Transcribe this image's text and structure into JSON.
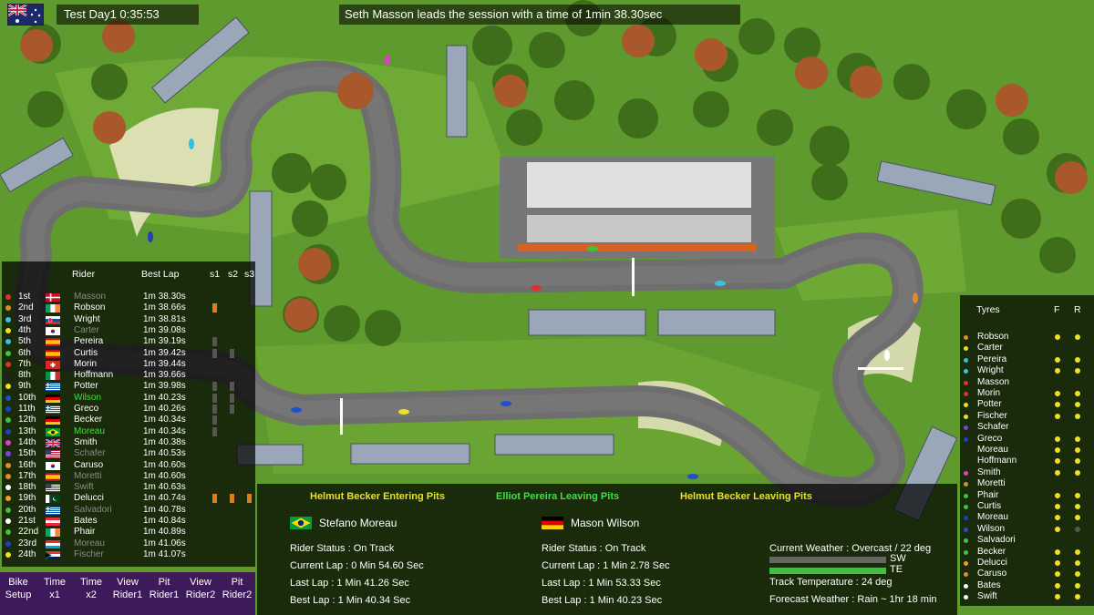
{
  "topbar": {
    "session_time": "Test Day1 0:35:53",
    "message": "Seth Masson leads the session with a time of 1min 38.30sec"
  },
  "timing": {
    "header_rider": "Rider",
    "header_best": "Best Lap",
    "header_s1": "s1",
    "header_s2": "s2",
    "header_s3": "s3",
    "rows": [
      {
        "pos": "1st",
        "name": "Masson",
        "lap": "1m 38.30s",
        "dot": "#e03030",
        "flag": "denmark",
        "color": "#8a8a8a",
        "s": [
          "",
          "",
          ""
        ]
      },
      {
        "pos": "2nd",
        "name": "Robson",
        "lap": "1m 38.66s",
        "dot": "#e08a2a",
        "flag": "ireland",
        "color": "#ffffff",
        "s": [
          "#e07a1a",
          "",
          ""
        ]
      },
      {
        "pos": "3rd",
        "name": "Wright",
        "lap": "1m 38.81s",
        "dot": "#40c0e0",
        "flag": "slovakia",
        "color": "#ffffff",
        "s": [
          "",
          "",
          ""
        ]
      },
      {
        "pos": "4th",
        "name": "Carter",
        "lap": "1m 39.08s",
        "dot": "#f0e020",
        "flag": "korea",
        "color": "#8a8a8a",
        "s": [
          "",
          "",
          ""
        ]
      },
      {
        "pos": "5th",
        "name": "Pereira",
        "lap": "1m 39.19s",
        "dot": "#30c0e0",
        "flag": "spain",
        "color": "#ffffff",
        "s": [
          "#555",
          "",
          ""
        ]
      },
      {
        "pos": "6th",
        "name": "Curtis",
        "lap": "1m 39.42s",
        "dot": "#40c040",
        "flag": "spain",
        "color": "#ffffff",
        "s": [
          "#555",
          "#555",
          ""
        ]
      },
      {
        "pos": "7th",
        "name": "Morin",
        "lap": "1m 39.44s",
        "dot": "#e03030",
        "flag": "swiss",
        "color": "#ffffff",
        "s": [
          "",
          "",
          ""
        ]
      },
      {
        "pos": "8th",
        "name": "Hoffmann",
        "lap": "1m 39.66s",
        "dot": "#202020",
        "flag": "italy",
        "color": "#ffffff",
        "s": [
          "",
          "",
          ""
        ]
      },
      {
        "pos": "9th",
        "name": "Potter",
        "lap": "1m 39.98s",
        "dot": "#f0e020",
        "flag": "greece",
        "color": "#ffffff",
        "s": [
          "#555",
          "#555",
          ""
        ]
      },
      {
        "pos": "10th",
        "name": "Wilson",
        "lap": "1m 40.23s",
        "dot": "#2050d0",
        "flag": "germany",
        "color": "#40e040",
        "s": [
          "#555",
          "#555",
          ""
        ]
      },
      {
        "pos": "11th",
        "name": "Greco",
        "lap": "1m 40.26s",
        "dot": "#2040c0",
        "flag": "greece",
        "color": "#ffffff",
        "s": [
          "#555",
          "#555",
          ""
        ]
      },
      {
        "pos": "12th",
        "name": "Becker",
        "lap": "1m 40.34s",
        "dot": "#40c040",
        "flag": "germany",
        "color": "#ffffff",
        "s": [
          "#555",
          "",
          ""
        ]
      },
      {
        "pos": "13th",
        "name": "Moreau",
        "lap": "1m 40.34s",
        "dot": "#2040c0",
        "flag": "brazil",
        "color": "#40e040",
        "s": [
          "#555",
          "",
          ""
        ]
      },
      {
        "pos": "14th",
        "name": "Smith",
        "lap": "1m 40.38s",
        "dot": "#e040c0",
        "flag": "uk",
        "color": "#ffffff",
        "s": [
          "",
          "",
          ""
        ]
      },
      {
        "pos": "15th",
        "name": "Schafer",
        "lap": "1m 40.53s",
        "dot": "#8040e0",
        "flag": "usa",
        "color": "#8a8a8a",
        "s": [
          "",
          "",
          ""
        ]
      },
      {
        "pos": "16th",
        "name": "Caruso",
        "lap": "1m 40.60s",
        "dot": "#e08a2a",
        "flag": "korea",
        "color": "#ffffff",
        "s": [
          "",
          "",
          ""
        ]
      },
      {
        "pos": "17th",
        "name": "Moretti",
        "lap": "1m 40.60s",
        "dot": "#e08a2a",
        "flag": "spain",
        "color": "#8a8a8a",
        "s": [
          "",
          "",
          ""
        ]
      },
      {
        "pos": "18th",
        "name": "Swift",
        "lap": "1m 40.63s",
        "dot": "#ffffff",
        "flag": "usa",
        "color": "#8a8a8a",
        "s": [
          "",
          "",
          ""
        ]
      },
      {
        "pos": "19th",
        "name": "Delucci",
        "lap": "1m 40.74s",
        "dot": "#f0a020",
        "flag": "pakistan",
        "color": "#ffffff",
        "s": [
          "#e07a1a",
          "#e07a1a",
          "#e07a1a"
        ]
      },
      {
        "pos": "20th",
        "name": "Salvadori",
        "lap": "1m 40.78s",
        "dot": "#40c040",
        "flag": "greece",
        "color": "#8a8a8a",
        "s": [
          "",
          "",
          ""
        ]
      },
      {
        "pos": "21st",
        "name": "Bates",
        "lap": "1m 40.84s",
        "dot": "#ffffff",
        "flag": "austria",
        "color": "#ffffff",
        "s": [
          "",
          "",
          ""
        ]
      },
      {
        "pos": "22nd",
        "name": "Phair",
        "lap": "1m 40.89s",
        "dot": "#40c040",
        "flag": "ireland",
        "color": "#ffffff",
        "s": [
          "",
          "",
          ""
        ]
      },
      {
        "pos": "23rd",
        "name": "Moreau",
        "lap": "1m 41.06s",
        "dot": "#2040c0",
        "flag": "luxembourg",
        "color": "#8a8a8a",
        "s": [
          "",
          "",
          ""
        ]
      },
      {
        "pos": "24th",
        "name": "Fischer",
        "lap": "1m 41.07s",
        "dot": "#f0e020",
        "flag": "southafrica",
        "color": "#8a8a8a",
        "s": [
          "",
          "",
          ""
        ]
      }
    ]
  },
  "buttons": [
    {
      "line1": "Bike",
      "line2": "Setup"
    },
    {
      "line1": "Time",
      "line2": "x1"
    },
    {
      "line1": "Time",
      "line2": "x2"
    },
    {
      "line1": "View",
      "line2": "Rider1"
    },
    {
      "line1": "Pit",
      "line2": "Rider1"
    },
    {
      "line1": "View",
      "line2": "Rider2"
    },
    {
      "line1": "Pit",
      "line2": "Rider2"
    }
  ],
  "tyres": {
    "header": "Tyres",
    "header_f": "F",
    "header_r": "R",
    "rows": [
      {
        "name": "Robson",
        "dot": "#e08a2a",
        "f": "#f0e020",
        "r": "#f0e020"
      },
      {
        "name": "Carter",
        "dot": "#f0e020",
        "f": "",
        "r": ""
      },
      {
        "name": "Pereira",
        "dot": "#30c0e0",
        "f": "#f0e020",
        "r": "#f0e020"
      },
      {
        "name": "Wright",
        "dot": "#40c0e0",
        "f": "#f0e020",
        "r": "#f0e020"
      },
      {
        "name": "Masson",
        "dot": "#e03030",
        "f": "",
        "r": ""
      },
      {
        "name": "Morin",
        "dot": "#e03030",
        "f": "#f0e020",
        "r": "#f0e020"
      },
      {
        "name": "Potter",
        "dot": "#f0e020",
        "f": "#f0e020",
        "r": "#f0e020"
      },
      {
        "name": "Fischer",
        "dot": "#f0e020",
        "f": "#f0e020",
        "r": "#f0e020"
      },
      {
        "name": "Schafer",
        "dot": "#8040e0",
        "f": "",
        "r": ""
      },
      {
        "name": "Greco",
        "dot": "#2040c0",
        "f": "#f0e020",
        "r": "#f0e020"
      },
      {
        "name": "Moreau",
        "dot": "#202020",
        "f": "#f0e020",
        "r": "#f0e020"
      },
      {
        "name": "Hoffmann",
        "dot": "#202020",
        "f": "#f0e020",
        "r": "#f0e020"
      },
      {
        "name": "Smith",
        "dot": "#e040c0",
        "f": "#f0e020",
        "r": "#f0e020"
      },
      {
        "name": "Moretti",
        "dot": "#e08a2a",
        "f": "",
        "r": ""
      },
      {
        "name": "Phair",
        "dot": "#40c040",
        "f": "#f0e020",
        "r": "#f0e020"
      },
      {
        "name": "Curtis",
        "dot": "#40c040",
        "f": "#f0e020",
        "r": "#f0e020"
      },
      {
        "name": "Moreau",
        "dot": "#2040c0",
        "f": "#f0e020",
        "r": "#f0e020"
      },
      {
        "name": "Wilson",
        "dot": "#2050d0",
        "f": "#f0e020",
        "r": "#555"
      },
      {
        "name": "Salvadori",
        "dot": "#40c040",
        "f": "",
        "r": ""
      },
      {
        "name": "Becker",
        "dot": "#40c040",
        "f": "#f0e020",
        "r": "#f0e020"
      },
      {
        "name": "Delucci",
        "dot": "#f0a020",
        "f": "#f0e020",
        "r": "#f0e020"
      },
      {
        "name": "Caruso",
        "dot": "#e08a2a",
        "f": "#f0e020",
        "r": "#f0e020"
      },
      {
        "name": "Bates",
        "dot": "#ffffff",
        "f": "#f0e020",
        "r": "#f0e020"
      },
      {
        "name": "Swift",
        "dot": "#ffffff",
        "f": "#f0e020",
        "r": "#f0e020"
      }
    ]
  },
  "events": [
    {
      "text": "Helmut Becker Entering Pits",
      "color": "#e8e020"
    },
    {
      "text": "Elliot Pereira Leaving Pits",
      "color": "#40e040"
    },
    {
      "text": "Helmut Becker Leaving Pits",
      "color": "#e8e020"
    }
  ],
  "rider1": {
    "flag": "brazil",
    "name": "Stefano Moreau",
    "status": "Rider Status : On Track",
    "current": "Current Lap : 0 Min 54.60 Sec",
    "last": "Last Lap : 1 Min 41.26 Sec",
    "best": "Best Lap : 1 Min 40.34 Sec"
  },
  "rider2": {
    "flag": "germany",
    "name": "Mason Wilson",
    "status": "Rider Status : On Track",
    "current": "Current Lap : 1 Min 2.78 Sec",
    "last": "Last Lap : 1 Min 53.33 Sec",
    "best": "Best Lap : 1 Min 40.23 Sec"
  },
  "weather": {
    "current": "Current Weather : Overcast / 22 deg",
    "wind_dir": "SW",
    "te_label": "TE",
    "te_level": 1.0,
    "track_temp": "Track Temperature : 24 deg",
    "forecast": "Forecast Weather : Rain ~ 1hr 18 min"
  },
  "colors": {
    "grass": "#5f9a2e",
    "asphalt": "#6e6e6e",
    "kerb": "#e8e4c0",
    "button_bg": "#3e1a5a",
    "highlight": "#40e040"
  }
}
